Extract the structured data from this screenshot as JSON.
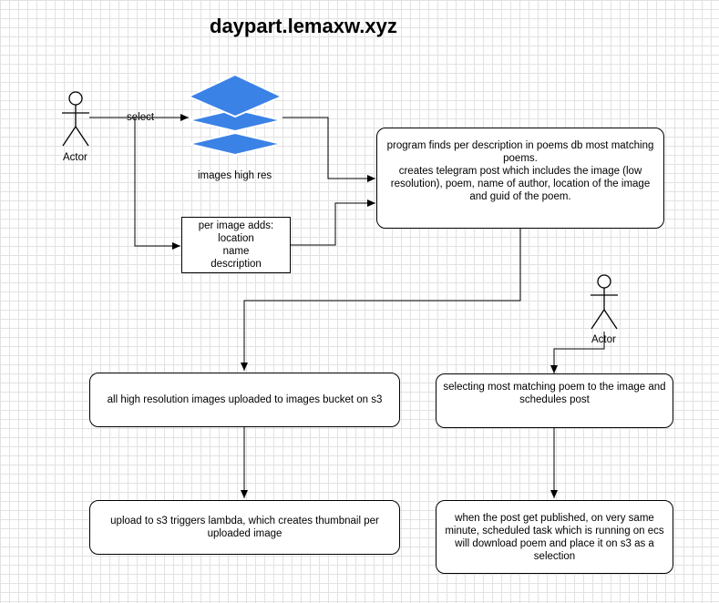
{
  "title": "daypart.lemaxw.xyz",
  "actors": [
    {
      "label": "Actor"
    },
    {
      "label": "Actor"
    }
  ],
  "edge_labels": {
    "select": "select"
  },
  "images_label": "images high res",
  "boxes": {
    "per_image": {
      "lines": [
        "per image adds:",
        "location",
        "name",
        "description"
      ]
    },
    "program": {
      "text": "program finds per description in poems db most matching poems.\ncreates telegram post which includes the image (low resolution), poem, name of author, location of the image and guid of the poem."
    },
    "upload_all": {
      "text": "all high resolution images uploaded to images bucket on s3"
    },
    "lambda": {
      "text": "upload to s3 triggers lambda, which creates thumbnail per uploaded image"
    },
    "selecting": {
      "text": "selecting most matching poem to the image and schedules post"
    },
    "published": {
      "text": "when the post get published, on very same minute, scheduled task which is running on ecs will download poem and place it on s3 as a selection"
    }
  },
  "colors": {
    "layers_icon": "#3b82e6",
    "stroke": "#000000",
    "grid": "#e2e2e2"
  }
}
